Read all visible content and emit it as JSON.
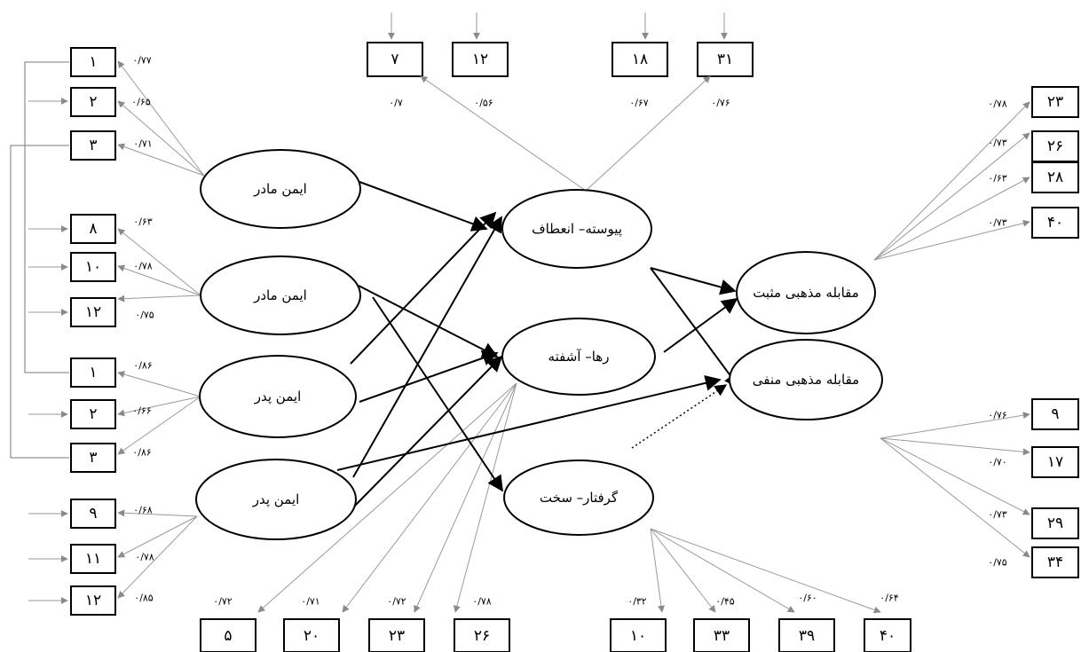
{
  "diagram": {
    "latents": {
      "mother1": "ایمن مادر",
      "mother2": "ایمن مادر",
      "father1": "ایمن پدر",
      "father2": "ایمن پدر",
      "continuous": "پیوسته– انعطاف",
      "released": "رها– آشفته",
      "captured": "گرفتار– سخت",
      "positive": "مقابله مذهبی مثبت",
      "negative": "مقابله مذهبی منفی"
    },
    "left_indicators": [
      {
        "label": "۱",
        "loading": "۰/۷۷"
      },
      {
        "label": "۲",
        "loading": "۰/۶۵"
      },
      {
        "label": "۳",
        "loading": "۰/۷۱"
      },
      {
        "label": "۸",
        "loading": "۰/۶۳"
      },
      {
        "label": "۱۰",
        "loading": "۰/۷۸"
      },
      {
        "label": "۱۲",
        "loading": "۰/۷۵"
      },
      {
        "label": "۱",
        "loading": "۰/۸۶"
      },
      {
        "label": "۲",
        "loading": "۰/۶۶"
      },
      {
        "label": "۳",
        "loading": "۰/۸۶"
      },
      {
        "label": "۹",
        "loading": "۰/۶۸"
      },
      {
        "label": "۱۱",
        "loading": "۰/۷۸"
      },
      {
        "label": "۱۲",
        "loading": "۰/۸۵"
      }
    ],
    "top_indicators": [
      {
        "label": "۷",
        "loading": "۰/۷"
      },
      {
        "label": "۱۲",
        "loading": "۰/۵۶"
      },
      {
        "label": "۱۸",
        "loading": "۰/۶۷"
      },
      {
        "label": "۳۱",
        "loading": "۰/۷۶"
      }
    ],
    "right_top_indicators": [
      {
        "label": "۲۳",
        "loading": "۰/۷۸"
      },
      {
        "label": "۲۶",
        "loading": "۰/۷۳"
      },
      {
        "label": "۲۸",
        "loading": "۰/۶۳"
      },
      {
        "label": "۴۰",
        "loading": "۰/۷۳"
      }
    ],
    "right_bottom_indicators": [
      {
        "label": "۹",
        "loading": "۰/۷۶"
      },
      {
        "label": "۱۷",
        "loading": "۰/۷۰"
      },
      {
        "label": "۲۹",
        "loading": "۰/۷۳"
      },
      {
        "label": "۳۴",
        "loading": "۰/۷۵"
      }
    ],
    "bottom_indicators": [
      {
        "label": "۵",
        "loading": "۰/۷۲"
      },
      {
        "label": "۲۰",
        "loading": "۰/۷۱"
      },
      {
        "label": "۲۳",
        "loading": "۰/۷۲"
      },
      {
        "label": "۲۶",
        "loading": "۰/۷۸"
      },
      {
        "label": "۱۰",
        "loading": "۰/۳۲"
      },
      {
        "label": "۳۳",
        "loading": "۰/۴۵"
      },
      {
        "label": "۳۹",
        "loading": "۰/۶۰"
      },
      {
        "label": "۴۰",
        "loading": "۰/۶۴"
      }
    ]
  }
}
